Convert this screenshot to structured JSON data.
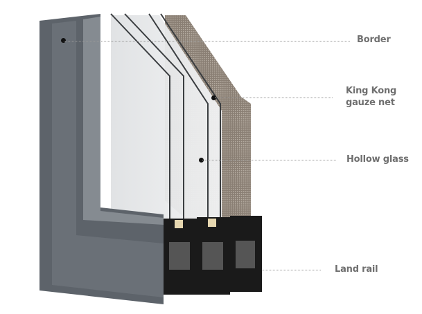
{
  "labels": {
    "border": "Border",
    "gauze_line1": "King Kong",
    "gauze_line2": "gauze net",
    "hollow_glass": "Hollow glass",
    "land_rail": "Land rail"
  },
  "colors": {
    "frame": "#5d636a",
    "label": "#6f6f6f",
    "profile": "#1a1a1a"
  }
}
